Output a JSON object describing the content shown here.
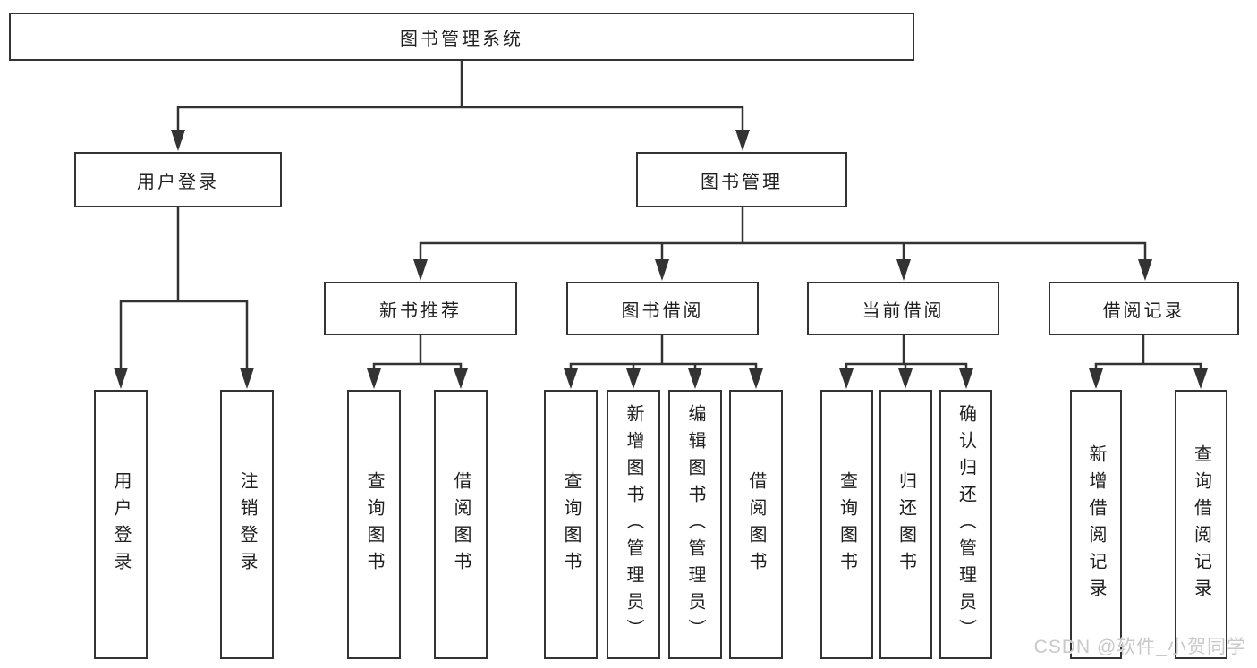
{
  "diagram": {
    "title": "图书管理系统",
    "nodes": {
      "root": "图书管理系统",
      "user_login": "用户登录",
      "book_mgmt": "图书管理",
      "new_book_rec": "新书推荐",
      "book_borrow": "图书借阅",
      "current_borrow": "当前借阅",
      "borrow_records": "借阅记录",
      "leaf_user_login": "用户登录",
      "leaf_logout": "注销登录",
      "leaf_query_book_1": "查询图书",
      "leaf_borrow_book_1": "借阅图书",
      "leaf_query_book_2": "查询图书",
      "leaf_add_book": "新增图书（管理员）",
      "leaf_edit_book": "编辑图书（管理员）",
      "leaf_borrow_book_2": "借阅图书",
      "leaf_query_book_3": "查询图书",
      "leaf_return_book": "归还图书",
      "leaf_confirm_return": "确认归还（管理员）",
      "leaf_add_record": "新增借阅记录",
      "leaf_query_record": "查询借阅记录"
    },
    "colors": {
      "line": "#333333",
      "box_border": "#333333",
      "box_bg": "#ffffff",
      "text": "#1f1f1f",
      "watermark": "#c9c9c9"
    }
  },
  "watermark": "CSDN @软件_小贺同学"
}
